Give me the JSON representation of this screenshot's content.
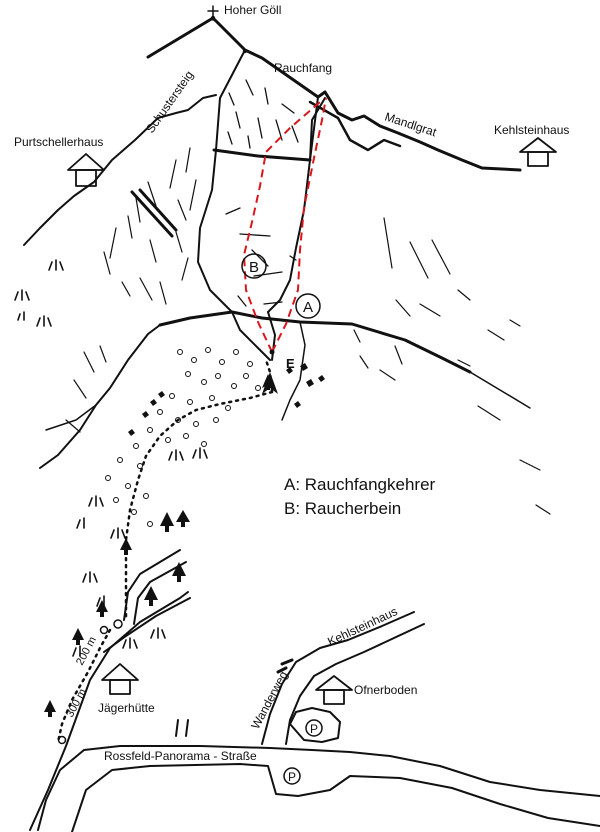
{
  "peak": {
    "name": "Hoher Göll"
  },
  "places": {
    "rauchfang": "Rauchfang",
    "schustersteig": "Schustersteig",
    "mandlgrat": "Mandlgrat",
    "purtschellerhaus": "Purtschellerhaus",
    "kehlsteinhaus": "Kehlsteinhaus",
    "jaegerhuette": "Jägerhütte",
    "ofnerboden": "Ofnerboden",
    "kehlsteinhaus_road": "Kehlsteinhaus",
    "wanderweg": "Wanderweg",
    "rossfeld": "Rossfeld-Panorama - Straße"
  },
  "routes": {
    "a_marker": "A",
    "b_marker": "B",
    "legend_a": "A: Rauchfangkehrer",
    "legend_b": "B: Raucherbein"
  },
  "distances": {
    "d200": "200 m",
    "d300": "300 m"
  },
  "parking": {
    "p1": "P",
    "p2": "P"
  },
  "colors": {
    "route": "#d8161b",
    "ink": "#111111"
  }
}
